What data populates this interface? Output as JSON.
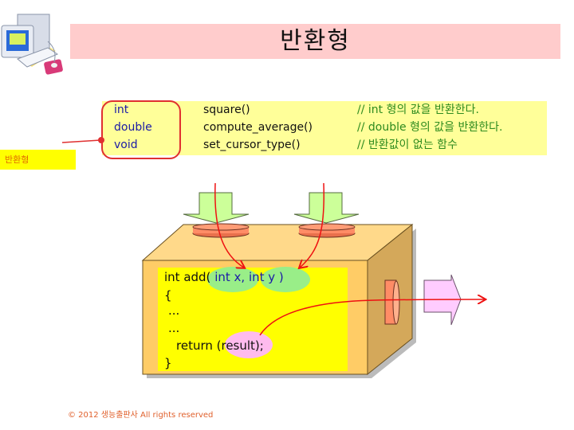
{
  "title": "반환형",
  "side_label": "반환형",
  "table": {
    "rows": [
      {
        "type": "int",
        "function": "square()",
        "comment": "// int 형의 값을 반환한다."
      },
      {
        "type": "double",
        "function": "compute_average()",
        "comment": "// double 형의 값을 반환한다."
      },
      {
        "type": "void",
        "function": "set_cursor_type()",
        "comment": "// 반환값이 없는 함수"
      }
    ]
  },
  "code": {
    "line1_prefix": "int add(",
    "param1": "int x,",
    "param2": "int y )",
    "line2": "{",
    "line3": "...",
    "line4": "...",
    "line5_prefix": "return ",
    "line5_result": "(result)",
    "line5_suffix": ";",
    "line6": "}"
  },
  "footer": "© 2012 생능출판사  All rights reserved",
  "colors": {
    "title_bg": "#ffcccc",
    "table_bg": "#ffff99",
    "highlight_red": "#e03030",
    "label_bg": "#ffff00",
    "box_front": "#ffcc66",
    "box_top": "#ffd98a",
    "box_side": "#d4a85a",
    "input_arrow": "#ccff99",
    "output_arrow": "#ffccff",
    "disc": "#ff8c66",
    "param_ellipse": "#99ee88",
    "result_ellipse": "#ffbbee"
  }
}
